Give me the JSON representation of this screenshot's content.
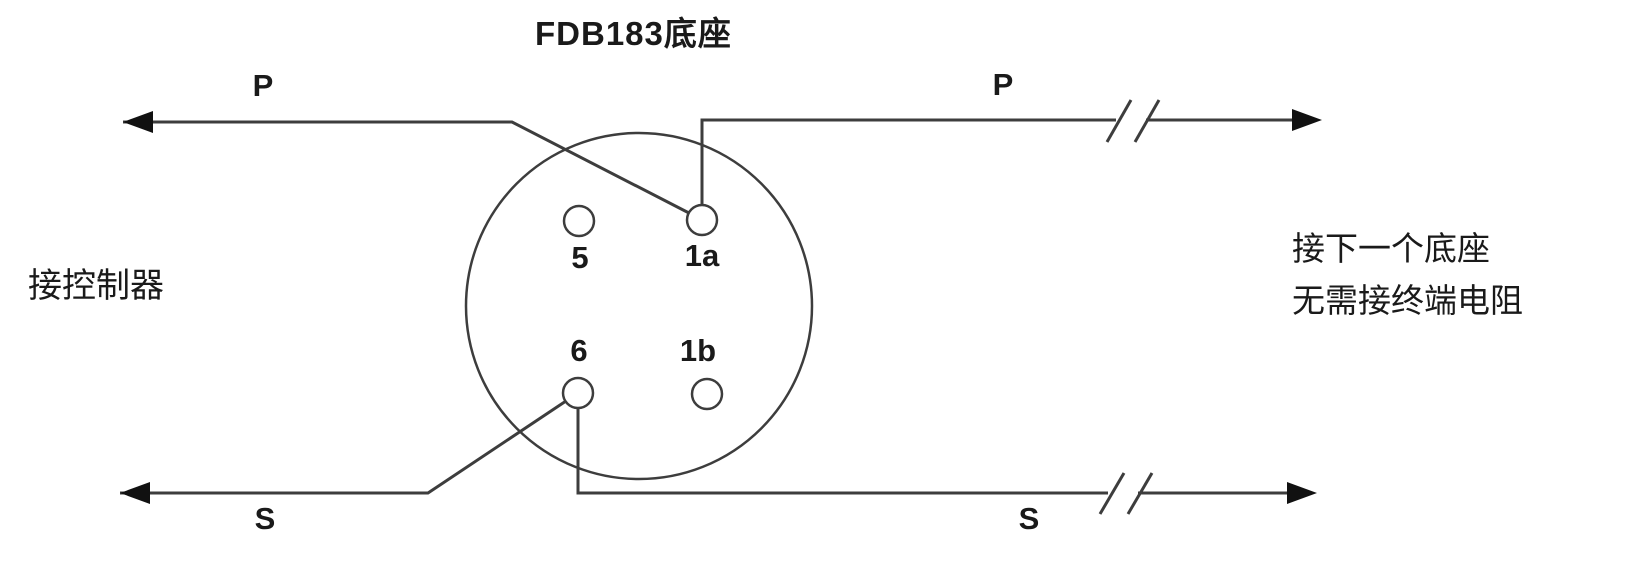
{
  "diagram": {
    "title": "FDB183底座",
    "left_side_label": "接控制器",
    "right_side_label_line1": "接下一个底座",
    "right_side_label_line2": "无需接终端电阻",
    "wires": {
      "p_left_label": "P",
      "p_right_label": "P",
      "s_left_label": "S",
      "s_right_label": "S"
    },
    "pins": [
      {
        "id": "5",
        "label": "5",
        "connected": false
      },
      {
        "id": "1a",
        "label": "1a",
        "connected": true
      },
      {
        "id": "6",
        "label": "6",
        "connected": true
      },
      {
        "id": "1b",
        "label": "1b",
        "connected": false
      }
    ],
    "colors": {
      "line": "#3d3d3d",
      "text": "#1a1a1a",
      "background": "#ffffff"
    }
  }
}
